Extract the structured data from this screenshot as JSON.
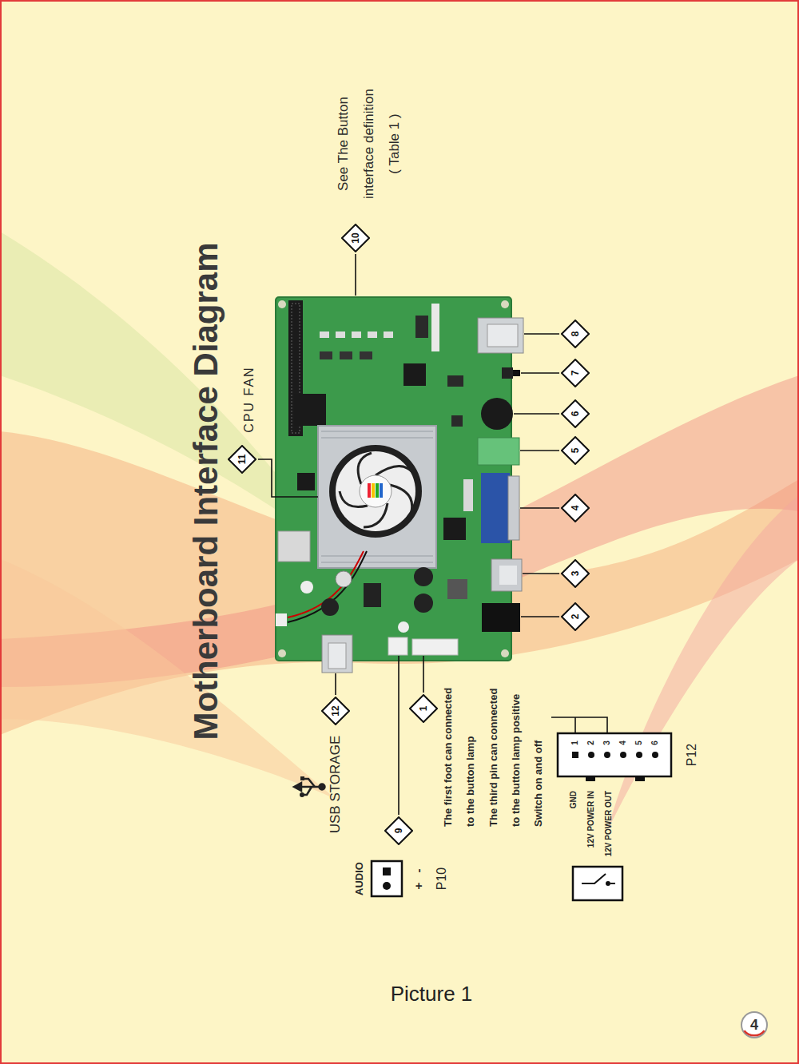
{
  "diagram": {
    "title": "Motherboard Interface Diagram",
    "caption": "Picture 1",
    "nodes": [
      {
        "text": [
          "10"
        ]
      },
      {
        "text": [
          "11"
        ]
      },
      {
        "text": [
          "8"
        ]
      },
      {
        "text": [
          "7"
        ]
      },
      {
        "text": [
          "6"
        ]
      },
      {
        "text": [
          "5"
        ]
      },
      {
        "text": [
          "4"
        ]
      },
      {
        "text": [
          "3"
        ]
      },
      {
        "text": [
          "2"
        ]
      },
      {
        "text": [
          "12"
        ]
      },
      {
        "text": [
          "1"
        ]
      },
      {
        "text": [
          "9"
        ]
      },
      {
        "text": [
          "4"
        ]
      }
    ],
    "labels": [
      "CPU FAN",
      "See The Button interface definition ( Table 1 )",
      "USB STORAGE",
      "AUDIO",
      "+",
      "-",
      "P10",
      "The first foot can connected to the button lamp",
      "The third pin can connected to the button lamp positive",
      "Switch on and off",
      "GND",
      "12V POWER IN",
      "12V POWER OUT",
      "1",
      "2",
      "3",
      "4",
      "5",
      "6",
      "P12"
    ]
  }
}
